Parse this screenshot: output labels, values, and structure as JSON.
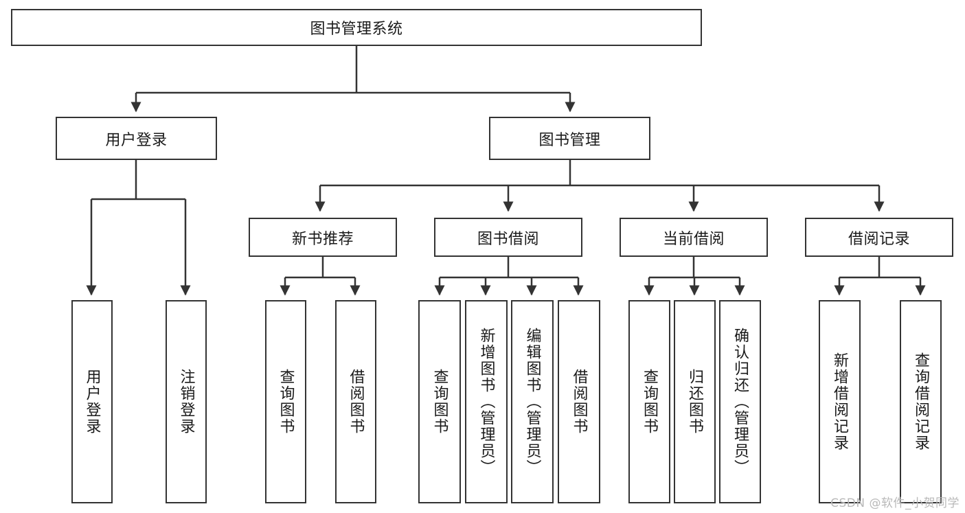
{
  "diagram": {
    "type": "tree-hierarchy",
    "title": "图书管理系统",
    "root": {
      "id": "root",
      "label": "图书管理系统"
    },
    "level2": [
      {
        "id": "user-login",
        "label": "用户登录"
      },
      {
        "id": "book-manage",
        "label": "图书管理"
      }
    ],
    "level3": [
      {
        "id": "new-book-rec",
        "label": "新书推荐",
        "parent": "book-manage"
      },
      {
        "id": "book-borrow",
        "label": "图书借阅",
        "parent": "book-manage"
      },
      {
        "id": "current-borrow",
        "label": "当前借阅",
        "parent": "book-manage"
      },
      {
        "id": "borrow-record",
        "label": "借阅记录",
        "parent": "book-manage"
      }
    ],
    "leaves": {
      "user-login": [
        {
          "id": "leaf-user-login",
          "label": "用户登录"
        },
        {
          "id": "leaf-logout",
          "label": "注销登录"
        }
      ],
      "new-book-rec": [
        {
          "id": "leaf-query-book-1",
          "label": "查询图书"
        },
        {
          "id": "leaf-borrow-book-1",
          "label": "借阅图书"
        }
      ],
      "book-borrow": [
        {
          "id": "leaf-query-book-2",
          "label": "查询图书"
        },
        {
          "id": "leaf-add-book",
          "label": "新增图书（管理员）"
        },
        {
          "id": "leaf-edit-book",
          "label": "编辑图书（管理员）"
        },
        {
          "id": "leaf-borrow-book-2",
          "label": "借阅图书"
        }
      ],
      "current-borrow": [
        {
          "id": "leaf-query-book-3",
          "label": "查询图书"
        },
        {
          "id": "leaf-return-book",
          "label": "归还图书"
        },
        {
          "id": "leaf-confirm-return",
          "label": "确认归还（管理员）"
        }
      ],
      "borrow-record": [
        {
          "id": "leaf-add-record",
          "label": "新增借阅记录"
        },
        {
          "id": "leaf-query-record",
          "label": "查询借阅记录"
        }
      ]
    }
  },
  "watermark": {
    "text": "CSDN @软件_小贺同学"
  },
  "colors": {
    "stroke": "#333333",
    "background": "#ffffff",
    "text": "#1a1a1a",
    "watermark": "#b9b9b9"
  }
}
